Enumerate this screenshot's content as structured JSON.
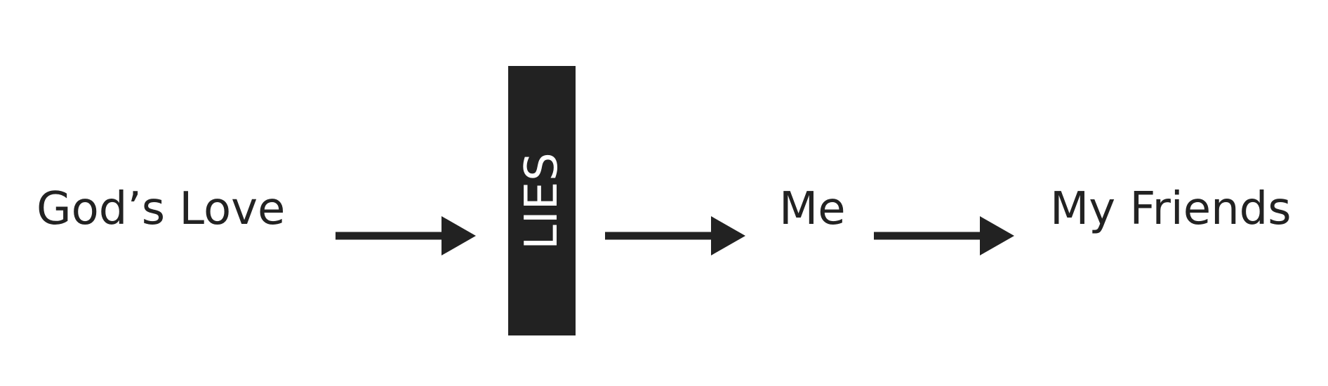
{
  "diagram": {
    "nodes": [
      {
        "id": "gods_love",
        "label": "God’s Love"
      },
      {
        "id": "lies",
        "label": "LIES"
      },
      {
        "id": "me",
        "label": "Me"
      },
      {
        "id": "my_friends",
        "label": "My Friends"
      }
    ],
    "edges": [
      {
        "from": "gods_love",
        "to": "lies"
      },
      {
        "from": "lies",
        "to": "me"
      },
      {
        "from": "me",
        "to": "my_friends"
      }
    ],
    "colors": {
      "ink": "#222222",
      "barrier_fill": "#222222",
      "barrier_text": "#ffffff",
      "background": "#ffffff"
    }
  }
}
